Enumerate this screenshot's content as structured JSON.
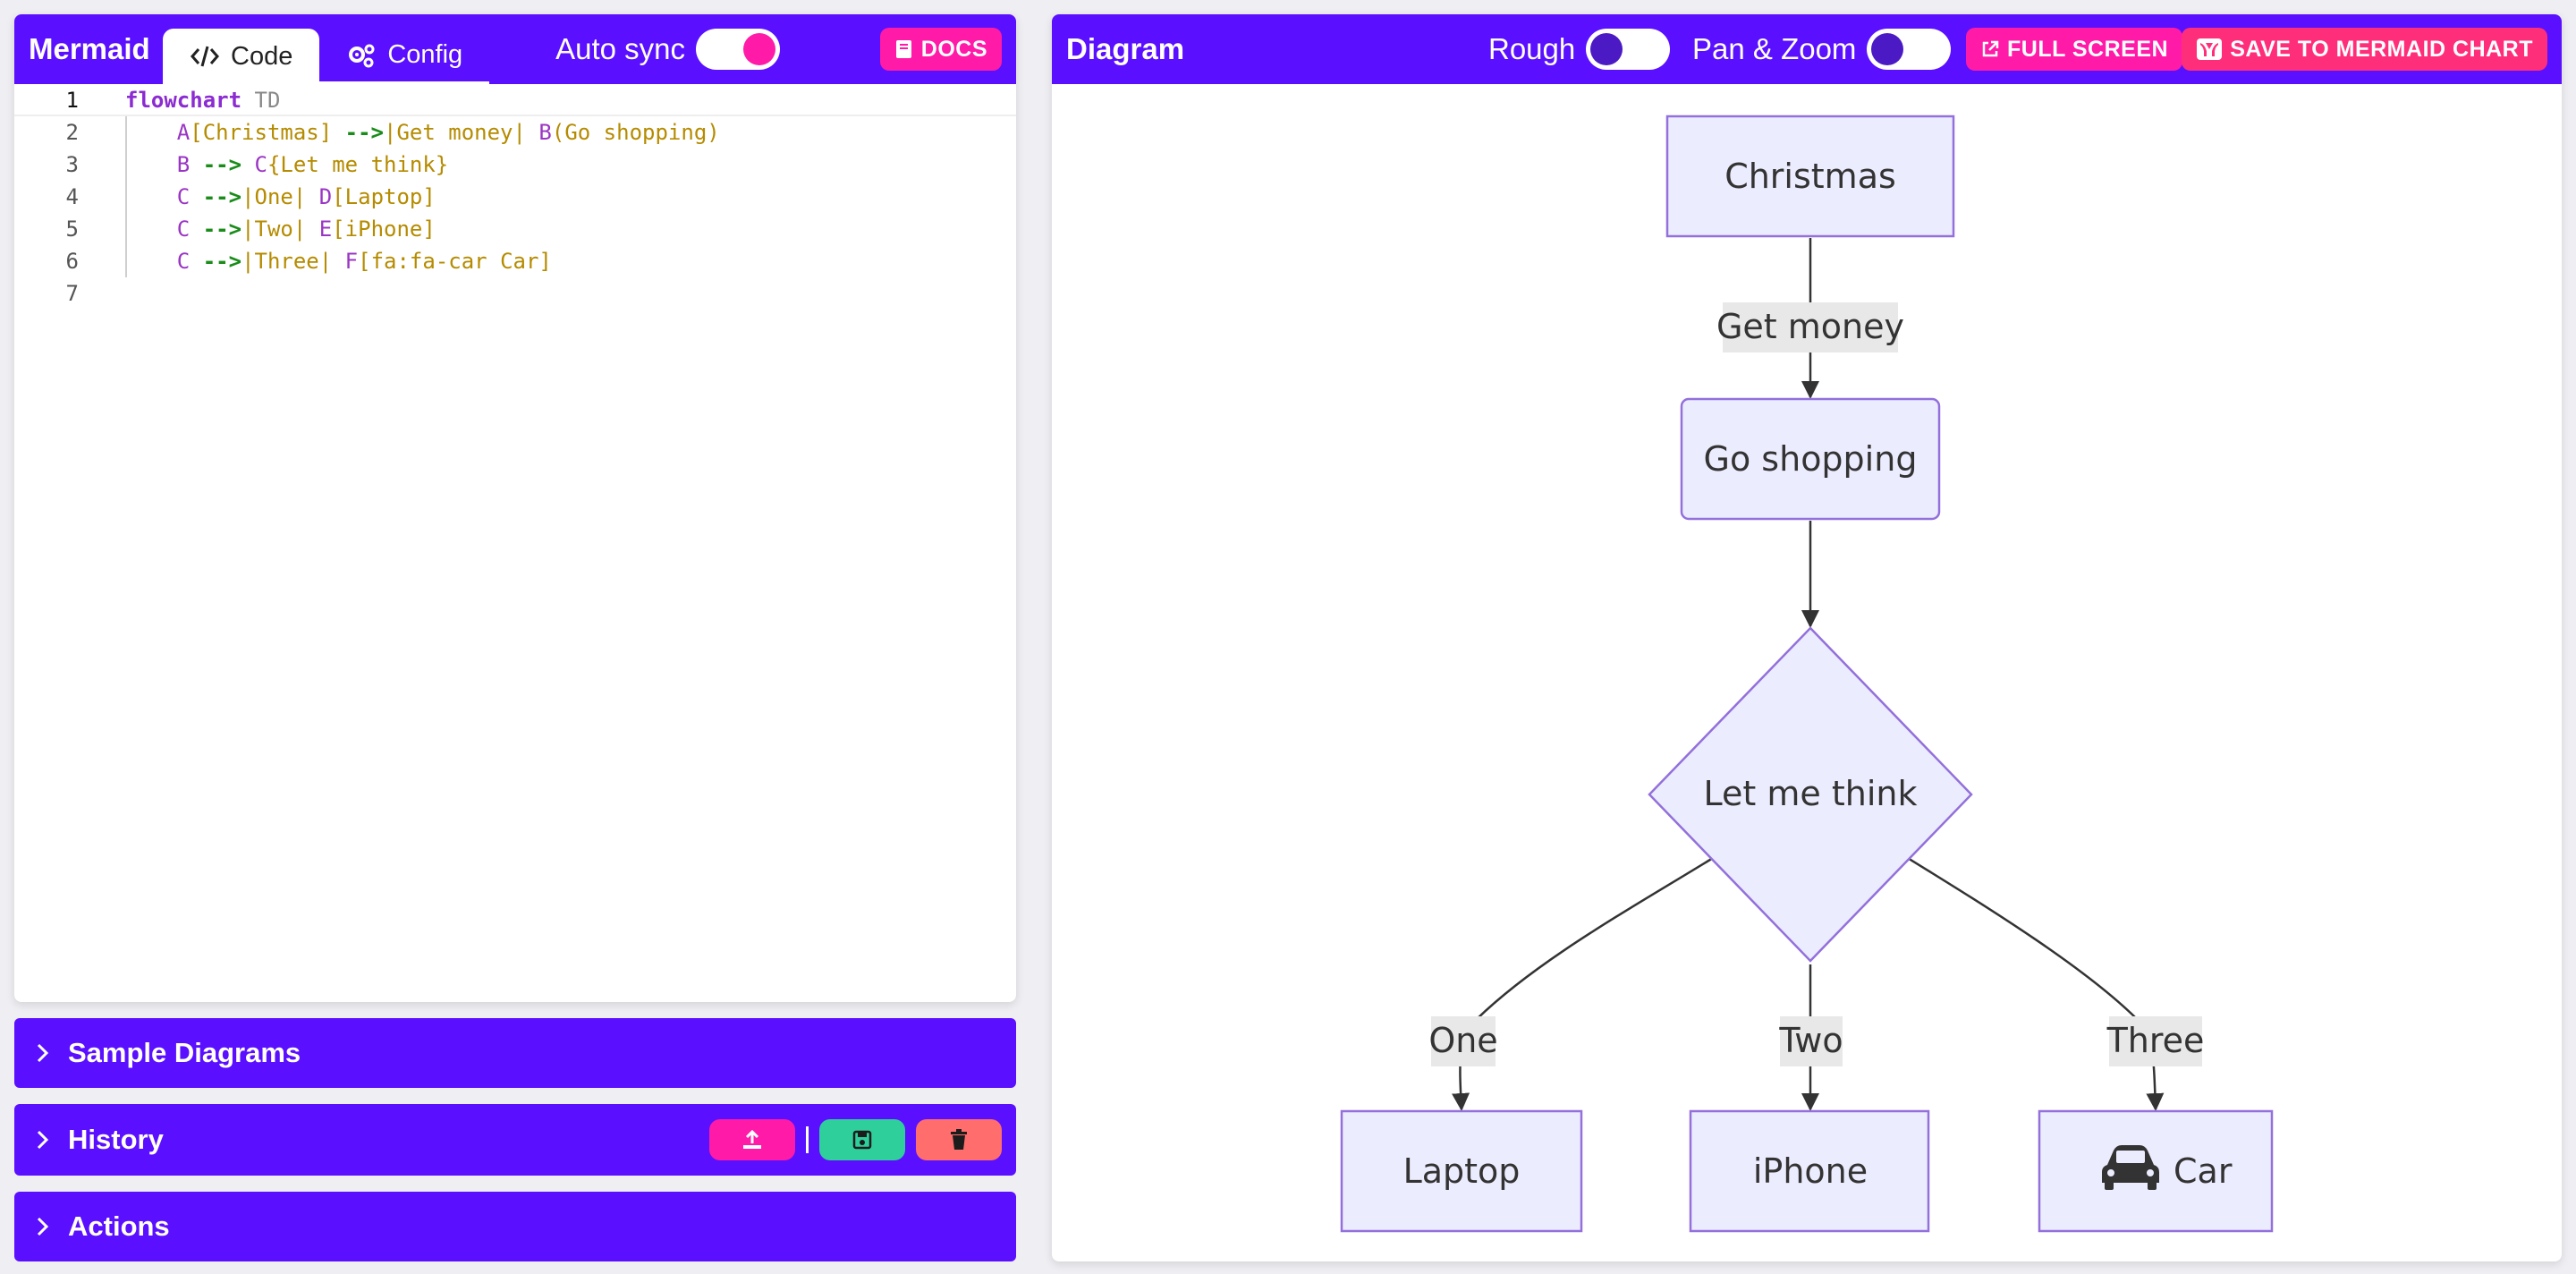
{
  "editor": {
    "brand": "Mermaid",
    "tabs": [
      {
        "label": "Code",
        "icon": "code-icon",
        "active": true
      },
      {
        "label": "Config",
        "icon": "gears-icon",
        "active": false
      }
    ],
    "auto_sync_label": "Auto sync",
    "auto_sync_on": true,
    "docs_label": "DOCS",
    "lines": [
      "1",
      "2",
      "3",
      "4",
      "5",
      "6",
      "7"
    ]
  },
  "panels": {
    "sample_diagrams": "Sample Diagrams",
    "history": "History",
    "actions": "Actions"
  },
  "diagram_panel": {
    "title": "Diagram",
    "rough_label": "Rough",
    "rough_on": false,
    "pan_zoom_label": "Pan & Zoom",
    "pan_zoom_on": false,
    "full_screen_label": "FULL SCREEN",
    "save_label": "SAVE TO MERMAID CHART"
  },
  "flowchart": {
    "nodes": {
      "A": "Christmas",
      "B": "Go shopping",
      "C": "Let me think",
      "D": "Laptop",
      "E": "iPhone",
      "F": "Car"
    },
    "edge_labels": {
      "ab": "Get money",
      "cd": "One",
      "ce": "Two",
      "cf": "Three"
    }
  },
  "colors": {
    "accent": "#5a0fff",
    "pink": "#ff1aa8",
    "save": "#ff2e7a",
    "green": "#2ecf9b",
    "salmon": "#ff6d6d",
    "node_fill": "#ececff",
    "node_stroke": "#9370db"
  }
}
